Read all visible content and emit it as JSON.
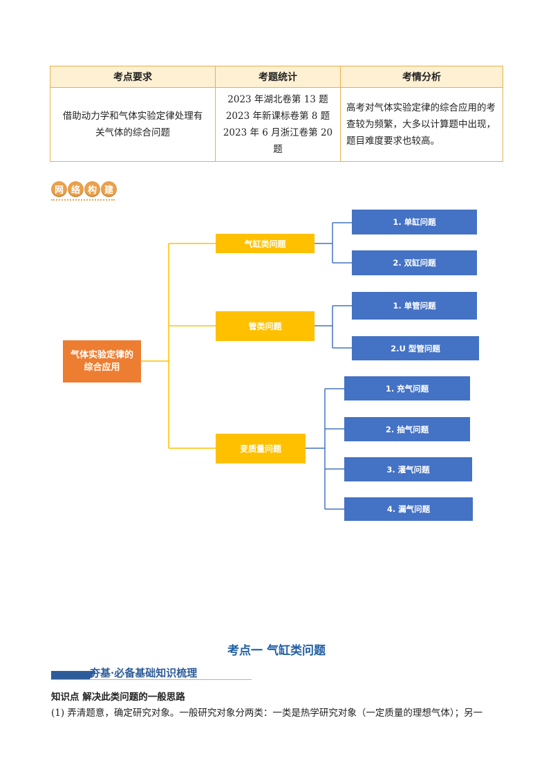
{
  "table": {
    "headers": [
      "考点要求",
      "考题统计",
      "考情分析"
    ],
    "requirement": "借助动力学和气体实验定律处理有关气体的综合问题",
    "stats": [
      "2023 年湖北卷第 13 题",
      "2023 年新课标卷第 8 题",
      "2023 年 6 月浙江卷第 20 题"
    ],
    "analysis": "高考对气体实验定律的综合应用的考查较为频繁，大多以计算题中出现，题目难度要求也较高。"
  },
  "badge": {
    "chars": [
      "网",
      "络",
      "构",
      "建"
    ]
  },
  "mindmap": {
    "root": "气体实验定律的综合应用",
    "branches": [
      {
        "label": "气缸类问题",
        "leaves": [
          "1. 单缸问题",
          "2. 双缸问题"
        ]
      },
      {
        "label": "管类问题",
        "leaves": [
          "1. 单管问题",
          "2.U 型管问题"
        ]
      },
      {
        "label": "变质量问题",
        "leaves": [
          "1. 充气问题",
          "2. 抽气问题",
          "3. 灌气问题",
          "4. 漏气问题"
        ]
      }
    ],
    "colors": {
      "root": "#ed7d31",
      "branch": "#ffc000",
      "leaf": "#4472c4"
    }
  },
  "section": {
    "title": "考点一  气缸类问题",
    "banner": "夯基·必备基础知识梳理",
    "kp_title": "知识点  解决此类问题的一般思路",
    "paragraph": "(1) 弄清题意，确定研究对象。一般研究对象分两类：一类是热学研究对象（一定质量的理想气体）；另一"
  }
}
